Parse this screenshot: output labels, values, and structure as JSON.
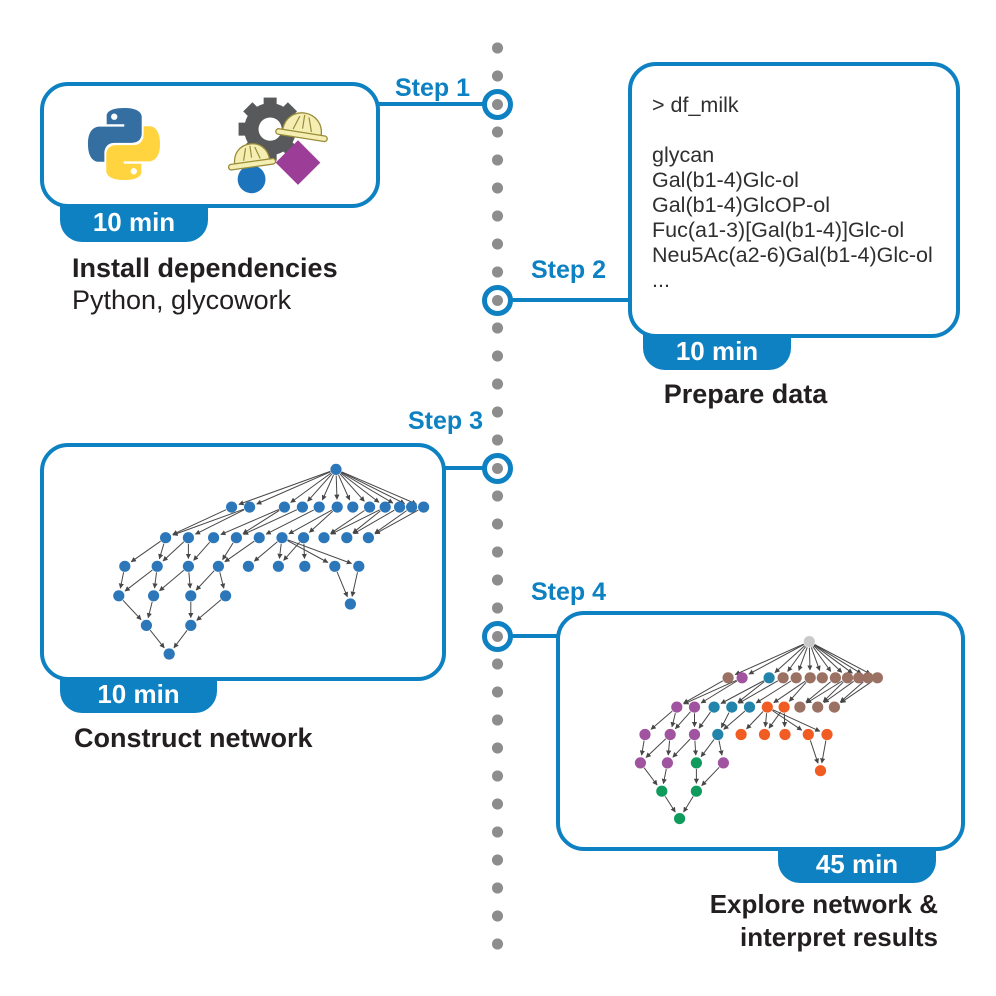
{
  "colors": {
    "accent": "#0e81c2",
    "timeline_dot": "#8d8d8d",
    "text": "#231f20",
    "code_text": "#2f2f2f",
    "badge_text": "#ffffff"
  },
  "steps": [
    {
      "label": "Step 1",
      "duration": "10 min",
      "title": "Install dependencies",
      "subtitle": "Python, glycowork",
      "icons": [
        "python-logo",
        "glycowork-logo"
      ]
    },
    {
      "label": "Step 2",
      "duration": "10 min",
      "title": "Prepare data",
      "code_lines": [
        "> df_milk",
        "",
        "glycan",
        "Gal(b1-4)Glc-ol",
        "Gal(b1-4)GlcOP-ol",
        "Fuc(a1-3)[Gal(b1-4)]Glc-ol",
        "Neu5Ac(a2-6)Gal(b1-4)Glc-ol",
        "..."
      ]
    },
    {
      "label": "Step 3",
      "duration": "10 min",
      "title": "Construct network"
    },
    {
      "label": "Step 4",
      "duration": "45 min",
      "title_line1": "Explore network &",
      "title_line2": "interpret results"
    }
  ],
  "network": {
    "node_radius": 5.6,
    "edge_color": "#474747",
    "uniform_color": "#2b77ba",
    "palette": {
      "g": "#c9c9c9",
      "p": "#a0549f",
      "b": "#2283ab",
      "w": "#9b7164",
      "o": "#f15c22",
      "n": "#0f9b5c"
    },
    "nodes": [
      [
        235,
        18,
        "g"
      ],
      [
        148,
        55,
        "w"
      ],
      [
        163,
        55,
        "p"
      ],
      [
        192,
        55,
        "b"
      ],
      [
        207,
        55,
        "w"
      ],
      [
        221,
        55,
        "w"
      ],
      [
        236,
        55,
        "w"
      ],
      [
        249,
        55,
        "w"
      ],
      [
        263,
        55,
        "w"
      ],
      [
        276,
        55,
        "w"
      ],
      [
        288,
        55,
        "w"
      ],
      [
        298,
        55,
        "w"
      ],
      [
        308,
        55,
        "w"
      ],
      [
        93,
        85,
        "p"
      ],
      [
        112,
        85,
        "p"
      ],
      [
        133,
        85,
        "b"
      ],
      [
        152,
        85,
        "b"
      ],
      [
        171,
        85,
        "b"
      ],
      [
        190,
        85,
        "o"
      ],
      [
        208,
        85,
        "o"
      ],
      [
        225,
        85,
        "w"
      ],
      [
        244,
        85,
        "w"
      ],
      [
        262,
        85,
        "w"
      ],
      [
        59,
        113,
        "p"
      ],
      [
        86,
        113,
        "p"
      ],
      [
        112,
        113,
        "p"
      ],
      [
        137,
        113,
        "b"
      ],
      [
        162,
        113,
        "o"
      ],
      [
        187,
        113,
        "o"
      ],
      [
        209,
        113,
        "o"
      ],
      [
        234,
        113,
        "o"
      ],
      [
        254,
        113,
        "o"
      ],
      [
        54,
        142,
        "p"
      ],
      [
        83,
        142,
        "p"
      ],
      [
        114,
        142,
        "n"
      ],
      [
        143,
        142,
        "p"
      ],
      [
        247,
        150,
        "o"
      ],
      [
        77,
        171,
        "n"
      ],
      [
        114,
        171,
        "n"
      ],
      [
        96,
        199,
        "n"
      ]
    ],
    "edges": [
      [
        0,
        1
      ],
      [
        0,
        2
      ],
      [
        0,
        3
      ],
      [
        0,
        4
      ],
      [
        0,
        5
      ],
      [
        0,
        6
      ],
      [
        0,
        7
      ],
      [
        0,
        8
      ],
      [
        0,
        9
      ],
      [
        0,
        10
      ],
      [
        0,
        11
      ],
      [
        0,
        12
      ],
      [
        1,
        13
      ],
      [
        2,
        13
      ],
      [
        2,
        14
      ],
      [
        3,
        15
      ],
      [
        3,
        16
      ],
      [
        4,
        16
      ],
      [
        5,
        17
      ],
      [
        6,
        18
      ],
      [
        6,
        19
      ],
      [
        8,
        20
      ],
      [
        9,
        20
      ],
      [
        9,
        21
      ],
      [
        10,
        21
      ],
      [
        11,
        22
      ],
      [
        12,
        22
      ],
      [
        13,
        23
      ],
      [
        13,
        24
      ],
      [
        14,
        24
      ],
      [
        14,
        25
      ],
      [
        15,
        25
      ],
      [
        16,
        26
      ],
      [
        17,
        26
      ],
      [
        18,
        27
      ],
      [
        18,
        28
      ],
      [
        18,
        30
      ],
      [
        18,
        31
      ],
      [
        19,
        28
      ],
      [
        19,
        29
      ],
      [
        23,
        32
      ],
      [
        24,
        32
      ],
      [
        24,
        33
      ],
      [
        25,
        33
      ],
      [
        25,
        34
      ],
      [
        26,
        34
      ],
      [
        26,
        35
      ],
      [
        30,
        36
      ],
      [
        31,
        36
      ],
      [
        32,
        37
      ],
      [
        33,
        37
      ],
      [
        34,
        38
      ],
      [
        35,
        38
      ],
      [
        37,
        39
      ],
      [
        38,
        39
      ]
    ]
  }
}
